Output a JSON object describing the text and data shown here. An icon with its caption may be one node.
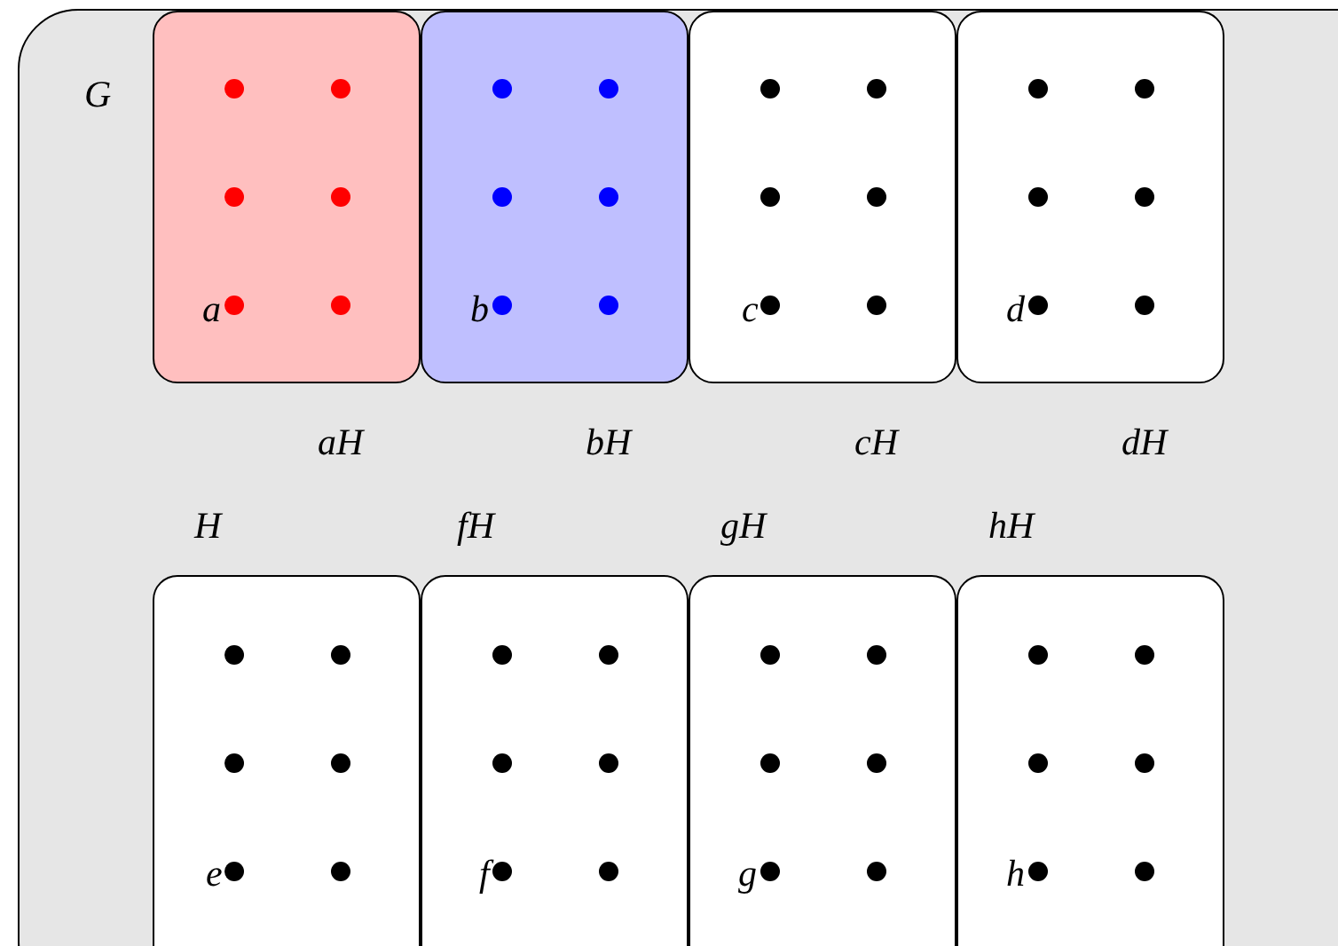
{
  "diagram": {
    "nodes": [
      {
        "text": [
          "G"
        ]
      },
      {
        "text": [
          "a"
        ],
        "in": 0,
        "beside": [
          "aH"
        ]
      },
      {
        "text": [
          "b"
        ],
        "in": 0,
        "beside": [
          "bH"
        ]
      },
      {
        "text": [
          "c"
        ],
        "in": 0,
        "beside": [
          "cH"
        ]
      },
      {
        "text": [
          "d"
        ],
        "in": 0,
        "beside": [
          "dH"
        ]
      },
      {
        "text": [
          "e"
        ],
        "in": 0,
        "beside": [
          "H"
        ]
      },
      {
        "text": [
          "f"
        ],
        "in": 0,
        "beside": [
          "fH"
        ]
      },
      {
        "text": [
          "g"
        ],
        "in": 0,
        "beside": [
          "gH"
        ]
      },
      {
        "text": [
          "h"
        ],
        "in": 0,
        "beside": [
          "hH"
        ]
      }
    ]
  }
}
